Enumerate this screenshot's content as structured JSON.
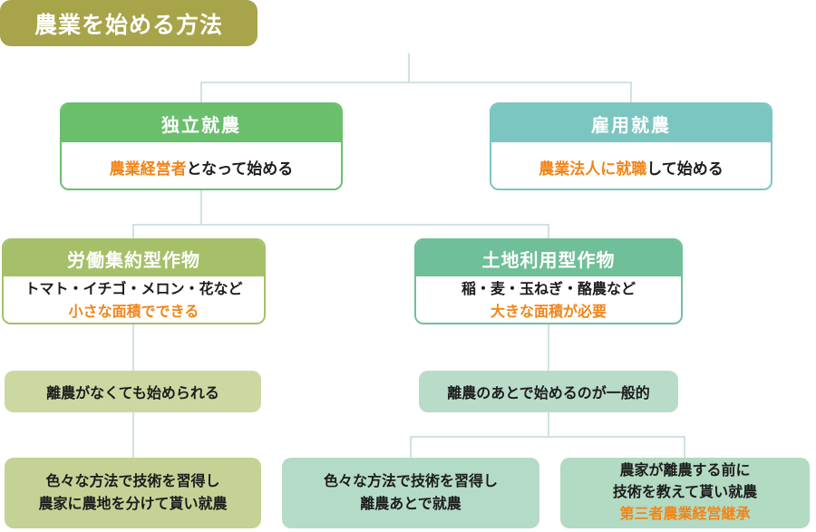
{
  "title": {
    "label": "農業を始める方法"
  },
  "nodes": {
    "independent": {
      "title": "独立就農",
      "highlight": "農業経営者",
      "rest": "となって始める"
    },
    "employed": {
      "title": "雇用就農",
      "highlight": "農業法人に就職",
      "rest": "して始める"
    },
    "labor_intensive": {
      "title": "労働集約型作物",
      "examples": "トマト・イチゴ・メロン・花など",
      "note": "小さな面積でできる"
    },
    "land_use": {
      "title": "土地利用型作物",
      "examples": "稲・麦・玉ねぎ・酪農など",
      "note": "大きな面積が必要"
    },
    "note_left": {
      "text": "離農がなくても始められる"
    },
    "note_right": {
      "text": "離農のあとで始めるのが一般的"
    },
    "leaf_left": {
      "line1": "色々な方法で技術を習得し",
      "line2": "農家に農地を分けて貰い就農"
    },
    "leaf_middle": {
      "line1": "色々な方法で技術を習得し",
      "line2": "離農あとで就農"
    },
    "leaf_right": {
      "line1": "農家が離農する前に",
      "line2": "技術を教えて貰い就農",
      "highlight": "第三者農業経営継承"
    }
  },
  "colors": {
    "root_olive": "#a8a44a",
    "branch_green": "#6abf6d",
    "branch_teal": "#7bc6c0",
    "crop_olive_green": "#a5c069",
    "crop_teal_green": "#6fbf98",
    "note_light_olive": "#ccd8a2",
    "note_light_teal": "#b9dcca",
    "leaf_olive": "#c4d295",
    "leaf_teal": "#b4dbc7",
    "leaf_green": "#b3dac2",
    "accent_orange": "#f08519",
    "connector": "#cfe2e3"
  }
}
